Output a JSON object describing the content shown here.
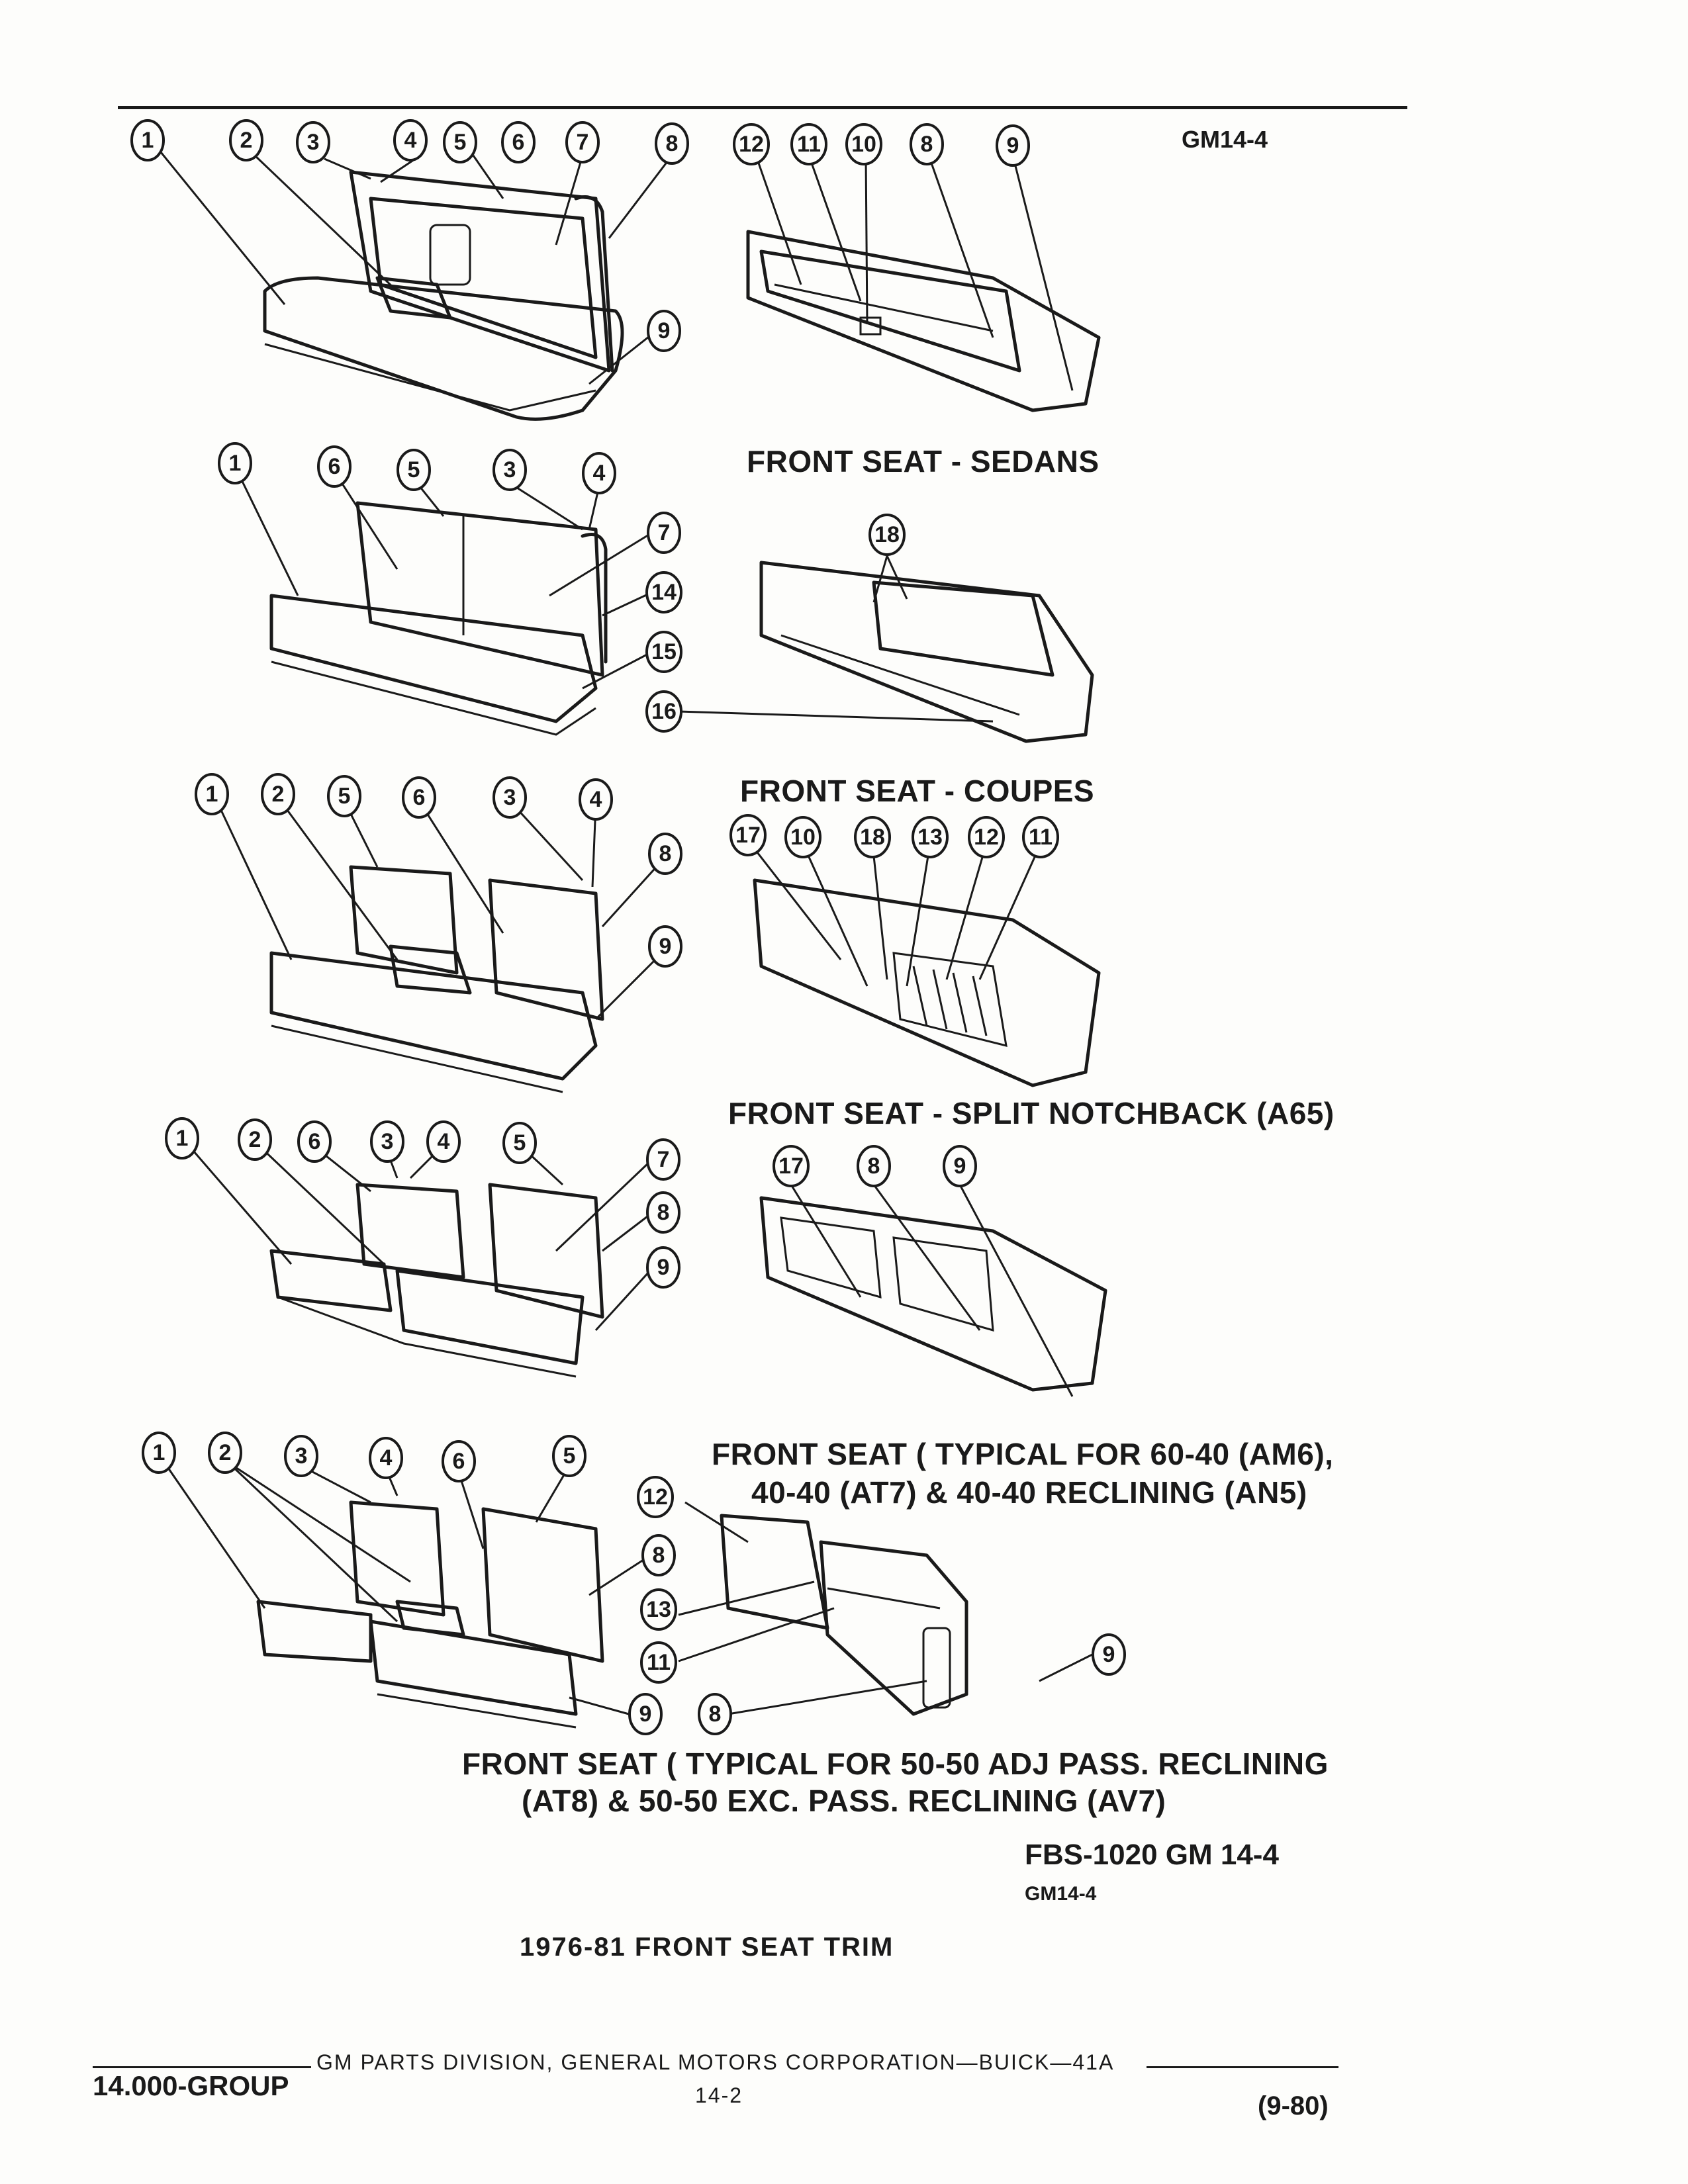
{
  "header": {
    "code": "GM14-4"
  },
  "captions": {
    "sedans": "FRONT SEAT - SEDANS",
    "coupes": "FRONT SEAT - COUPES",
    "split": "FRONT SEAT - SPLIT NOTCHBACK (A65)",
    "typical_6040_l1": "FRONT SEAT ( TYPICAL FOR 60-40 (AM6),",
    "typical_6040_l2": "40-40 (AT7) & 40-40 RECLINING (AN5)",
    "typical_5050_l1": "FRONT SEAT ( TYPICAL FOR 50-50 ADJ PASS. RECLINING",
    "typical_5050_l2": "(AT8) & 50-50 EXC. PASS. RECLINING (AV7)"
  },
  "reference": {
    "main": "FBS-1020 GM 14-4",
    "sub": "GM14-4"
  },
  "title": "1976-81 FRONT SEAT TRIM",
  "footer": {
    "group": "14.000-GROUP",
    "division": "GM PARTS DIVISION, GENERAL MOTORS CORPORATION—BUICK—41A",
    "page": "14-2",
    "date": "(9-80)"
  }
}
